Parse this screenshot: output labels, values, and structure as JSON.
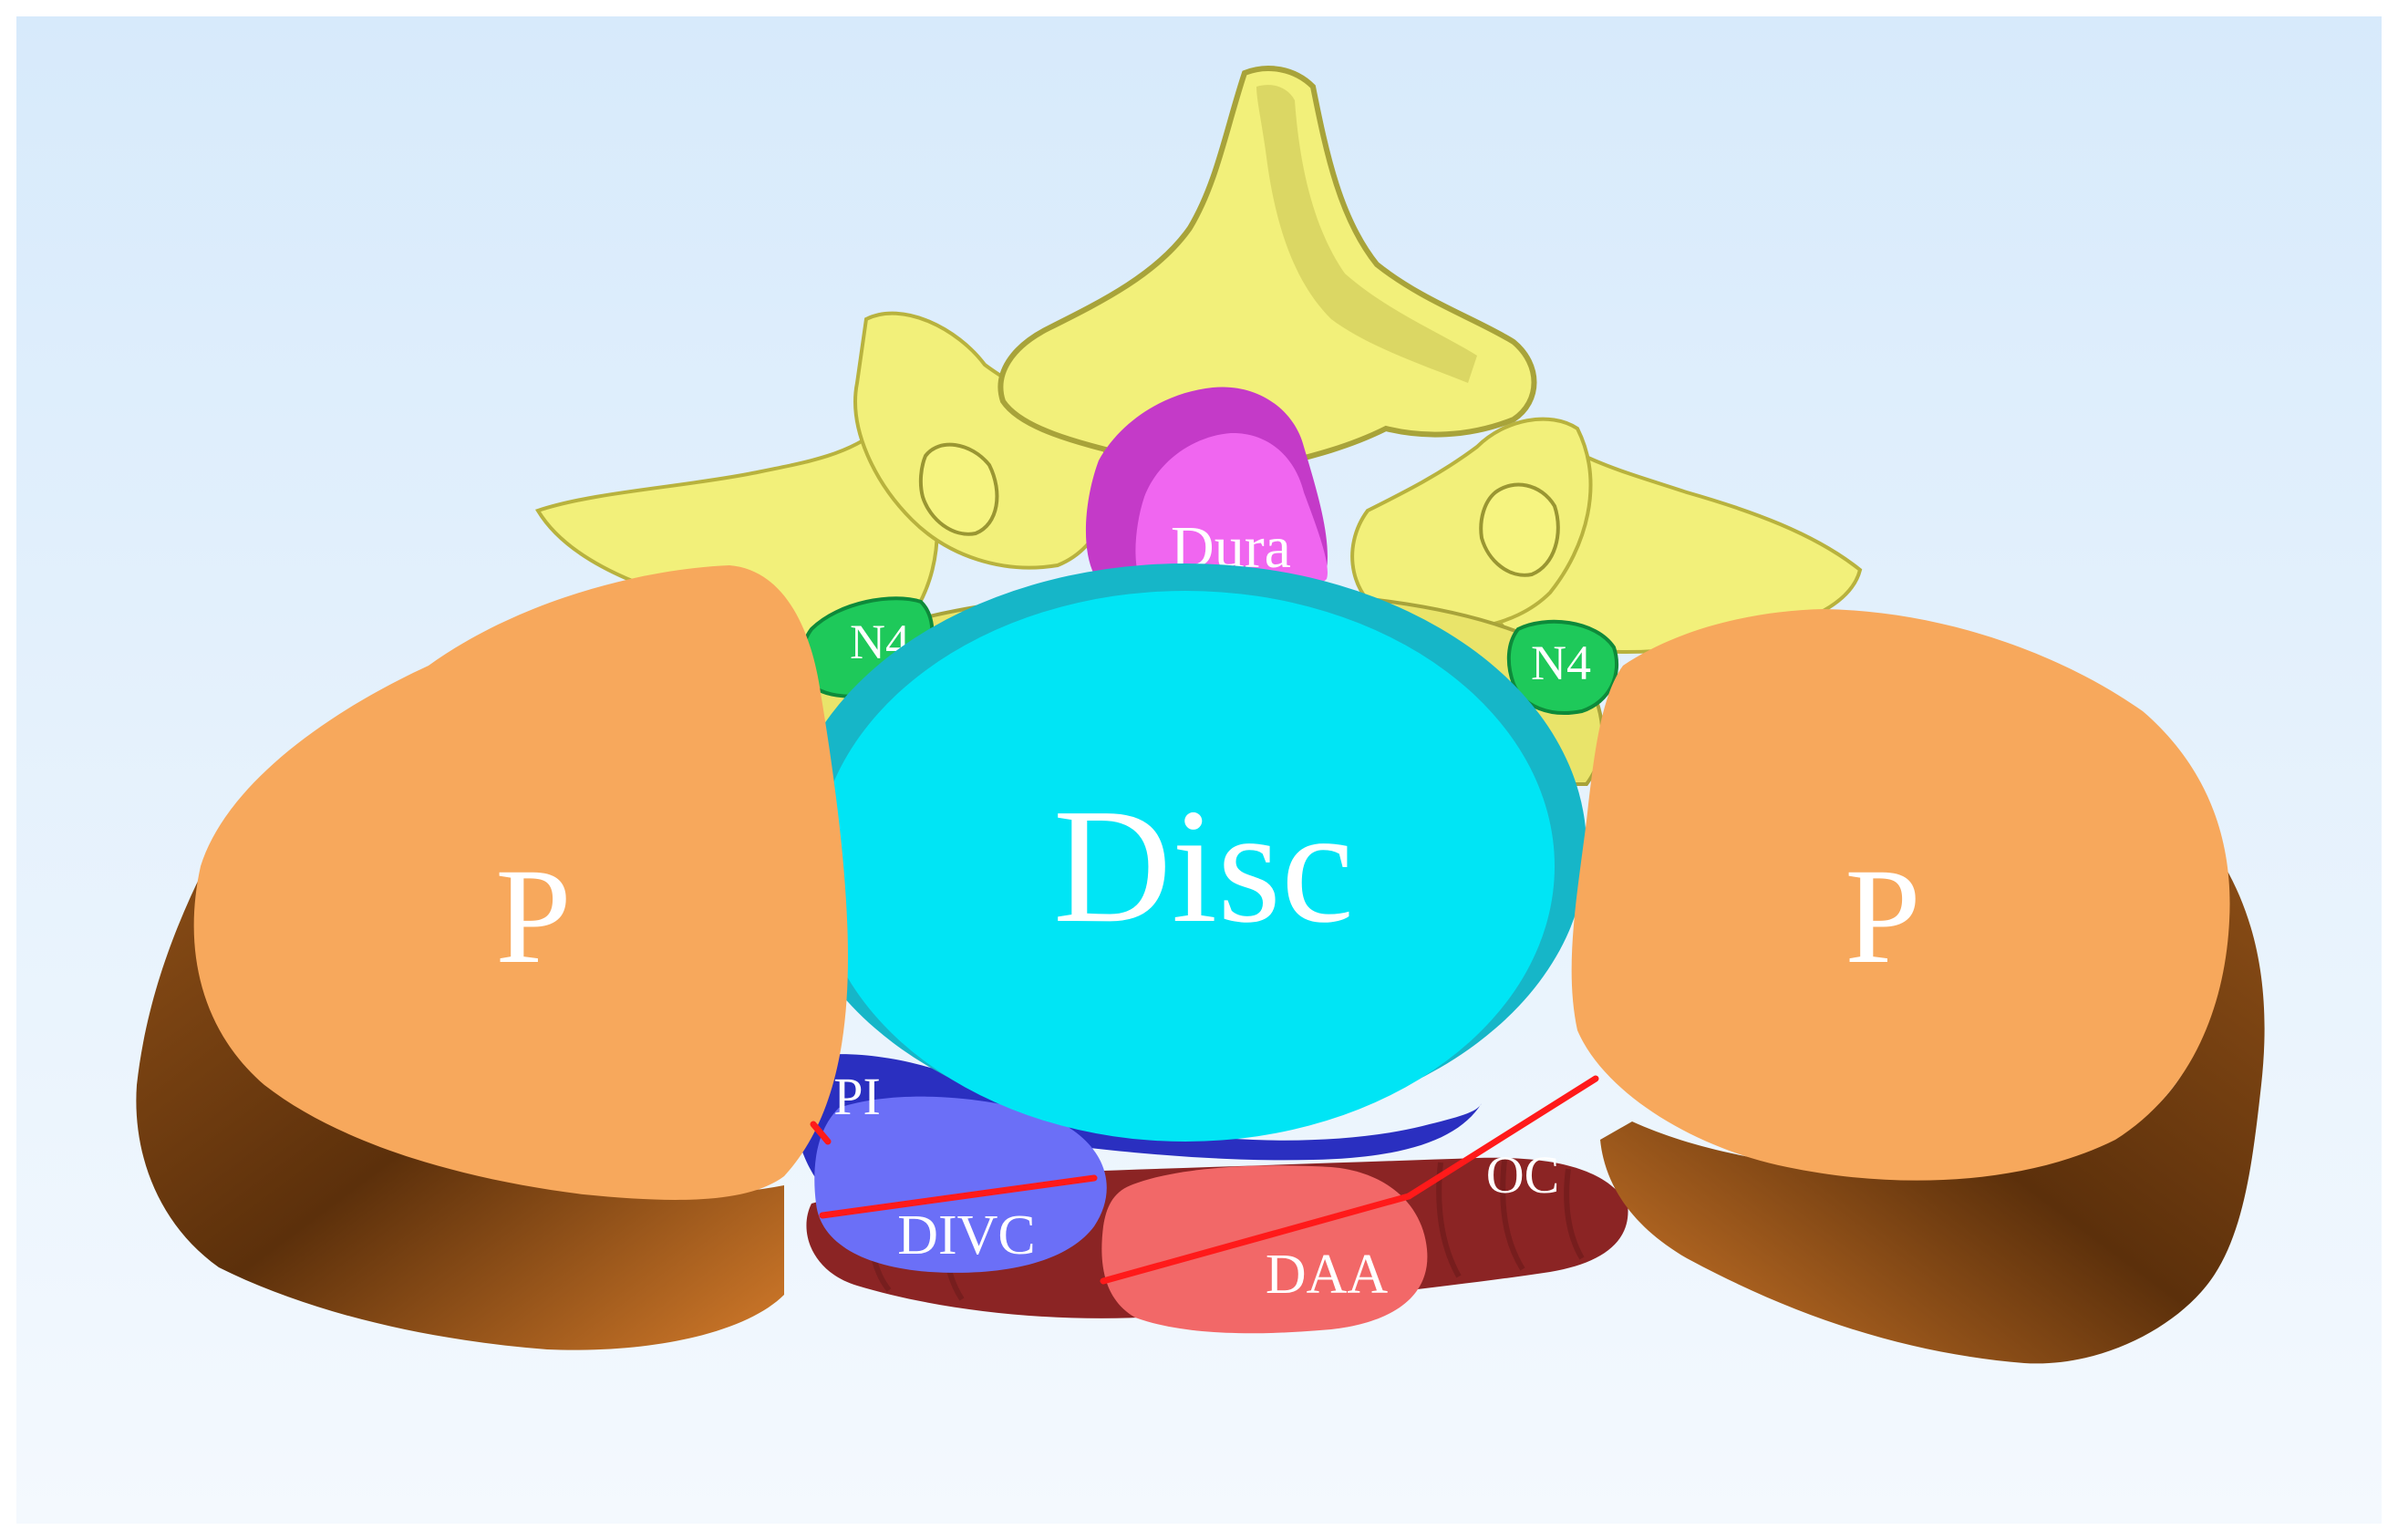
{
  "labels": {
    "disc": "Disc",
    "dura": "Dura",
    "psoas_left": "P",
    "psoas_right": "P",
    "nerve_left": "N4",
    "nerve_right": "N4",
    "pi": "PI",
    "divc": "DIVC",
    "daa": "DAA",
    "oc": "OC"
  },
  "colors": {
    "background_top": "#d7eafb",
    "background_bottom": "#f4f9fe",
    "vertebra": "#f2f07a",
    "vertebra_shadow": "#a8a33a",
    "disc": "#00e5f5",
    "disc_edge": "#16b6c8",
    "dura": "#f066f0",
    "psoas": "#f7a85c",
    "psoas_shadow": "#6b3a10",
    "nerve": "#1ec95a",
    "ivc_front": "#6b6ff7",
    "ivc_back": "#2a2fc0",
    "aorta_front": "#f26868",
    "aorta_back": "#8b2424",
    "measure_line": "#ff1a1a"
  }
}
